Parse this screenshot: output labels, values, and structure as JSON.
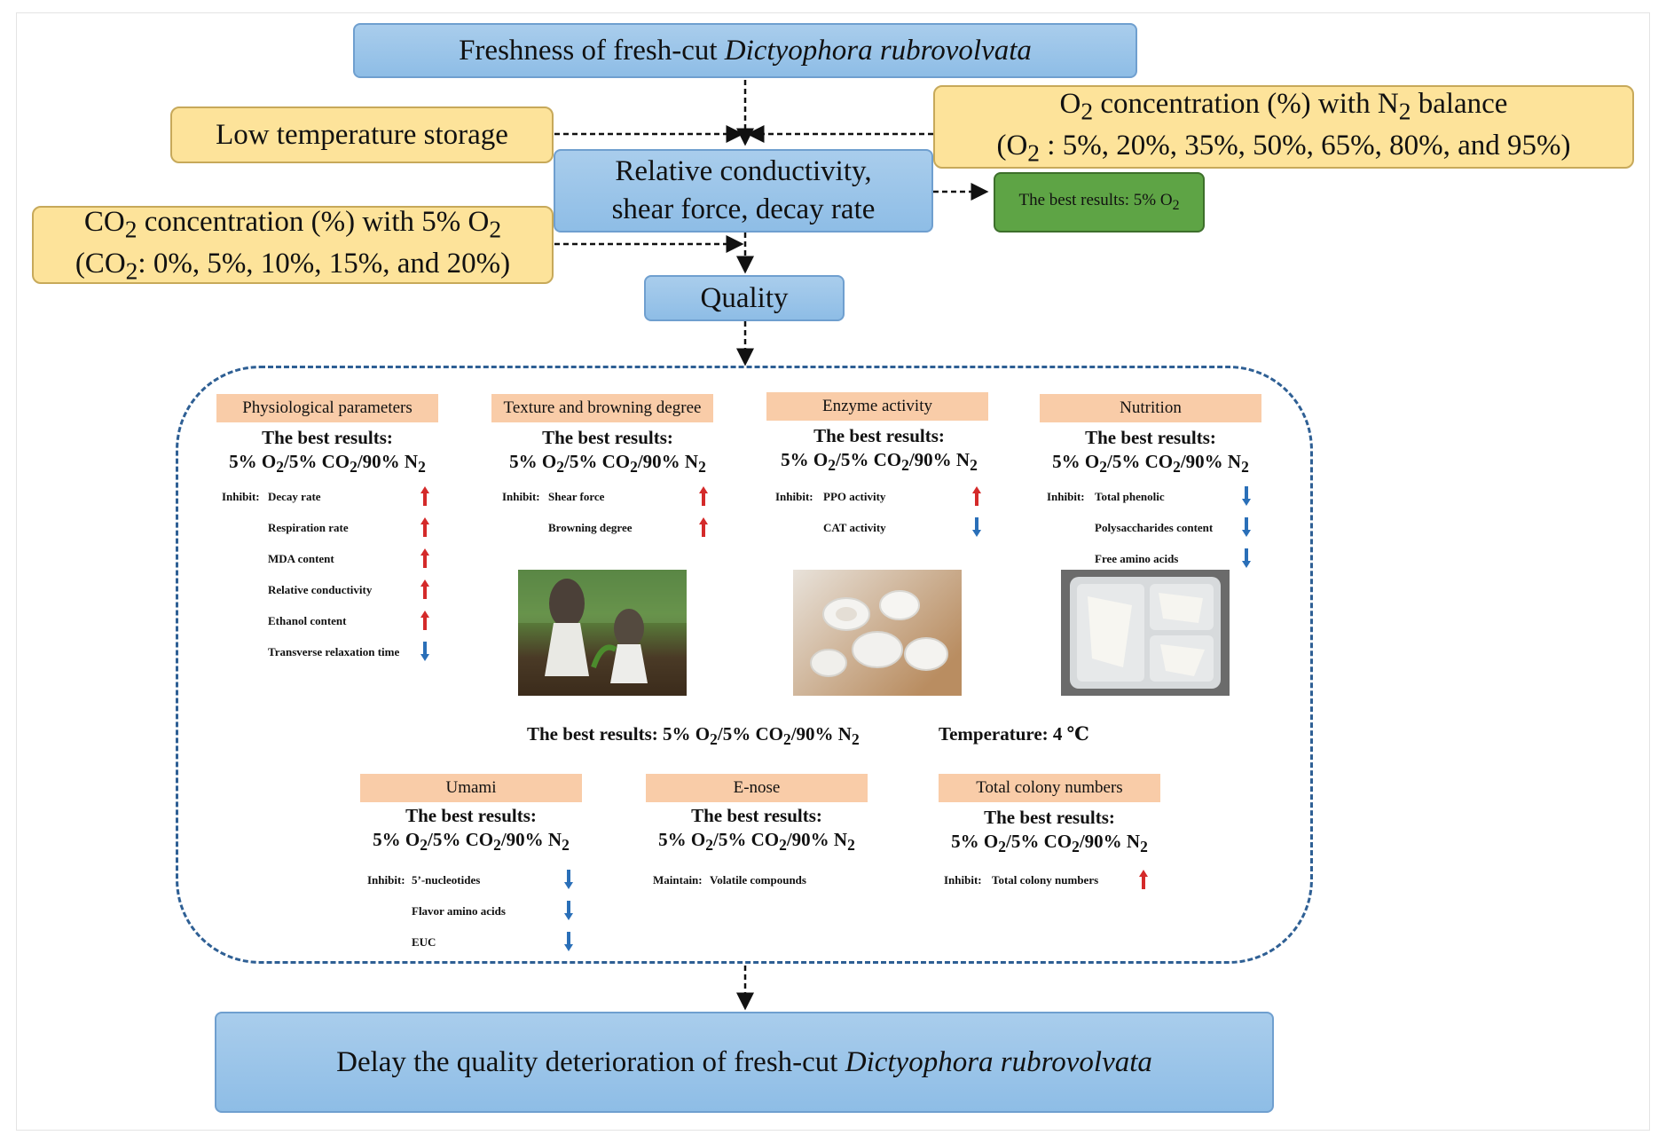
{
  "top": {
    "title_prefix": "Freshness of fresh-cut ",
    "title_species": "Dictyophora rubrovolvata"
  },
  "factors": {
    "low_temp": "Low temperature storage",
    "o2_line1_a": "O",
    "o2_line1_sub": "2",
    "o2_line1_b": " concentration (%) with N",
    "o2_line1_sub2": "2",
    "o2_line1_c": " balance",
    "o2_line2_a": "(O",
    "o2_line2_sub": "2",
    "o2_line2_b": " : 5%, 20%, 35%, 50%, 65%, 80%, and 95%)",
    "co2_line1_a": "CO",
    "co2_line1_sub": "2",
    "co2_line1_b": " concentration (%) with 5% O",
    "co2_line1_sub2": "2",
    "co2_line2_a": "(CO",
    "co2_line2_sub": "2",
    "co2_line2_b": ": 0%, 5%, 10%, 15%, and 20%)"
  },
  "indicators": {
    "line1": "Relative conductivity,",
    "line2": "shear force, decay rate"
  },
  "o2_result": {
    "text": "The best results:  5% O",
    "sub": "2"
  },
  "quality": "Quality",
  "best": {
    "title": "The best results:",
    "formula_a": "5% O",
    "formula_s1": "2",
    "formula_b": "/5% CO",
    "formula_s2": "2",
    "formula_c": "/90% N",
    "formula_s3": "2"
  },
  "categories": {
    "physiological": {
      "label": "Physiological parameters",
      "items": [
        {
          "prefix": "Inhibit:",
          "text": "Decay rate",
          "dir": "up"
        },
        {
          "prefix": "",
          "text": "Respiration rate",
          "dir": "up"
        },
        {
          "prefix": "",
          "text": "MDA content",
          "dir": "up"
        },
        {
          "prefix": "",
          "text": "Relative conductivity",
          "dir": "up"
        },
        {
          "prefix": "",
          "text": "Ethanol content",
          "dir": "up"
        },
        {
          "prefix": "",
          "text": "Transverse relaxation time",
          "dir": "down"
        }
      ]
    },
    "texture": {
      "label": "Texture and browning degree",
      "items": [
        {
          "prefix": "Inhibit:",
          "text": "Shear force",
          "dir": "up"
        },
        {
          "prefix": "",
          "text": "Browning degree",
          "dir": "up"
        }
      ]
    },
    "enzyme": {
      "label": "Enzyme activity",
      "items": [
        {
          "prefix": "Inhibit:",
          "text": "PPO activity",
          "dir": "up"
        },
        {
          "prefix": "",
          "text": "CAT activity",
          "dir": "down"
        }
      ]
    },
    "nutrition": {
      "label": "Nutrition",
      "items": [
        {
          "prefix": "Inhibit:",
          "text": "Total phenolic",
          "dir": "down"
        },
        {
          "prefix": "",
          "text": "Polysaccharides content",
          "dir": "down"
        },
        {
          "prefix": "",
          "text": "Free amino acids",
          "dir": "down"
        }
      ]
    },
    "umami": {
      "label": "Umami",
      "items": [
        {
          "prefix": "Inhibit:",
          "text": "5’-nucleotides",
          "dir": "down"
        },
        {
          "prefix": "",
          "text": "Flavor amino acids",
          "dir": "down"
        },
        {
          "prefix": "",
          "text": "EUC",
          "dir": "down"
        }
      ]
    },
    "enose": {
      "label": "E-nose",
      "items": [
        {
          "prefix": "Maintain:",
          "text": "Volatile compounds",
          "dir": ""
        }
      ]
    },
    "colony": {
      "label": "Total colony numbers",
      "items": [
        {
          "prefix": "Inhibit:",
          "text": "Total colony numbers",
          "dir": "up"
        }
      ]
    }
  },
  "summary": {
    "best_prefix": "The best results:  5% O",
    "s1": "2",
    "mid1": "/5% CO",
    "s2": "2",
    "mid2": "/90% N",
    "s3": "2",
    "temperature": "Temperature: 4 ℃"
  },
  "bottom": {
    "prefix": "Delay the quality deterioration of fresh-cut ",
    "species": "Dictyophora rubrovolvata"
  },
  "colors": {
    "up_arrow": "#d42a2a",
    "down_arrow": "#2a6fb8"
  }
}
